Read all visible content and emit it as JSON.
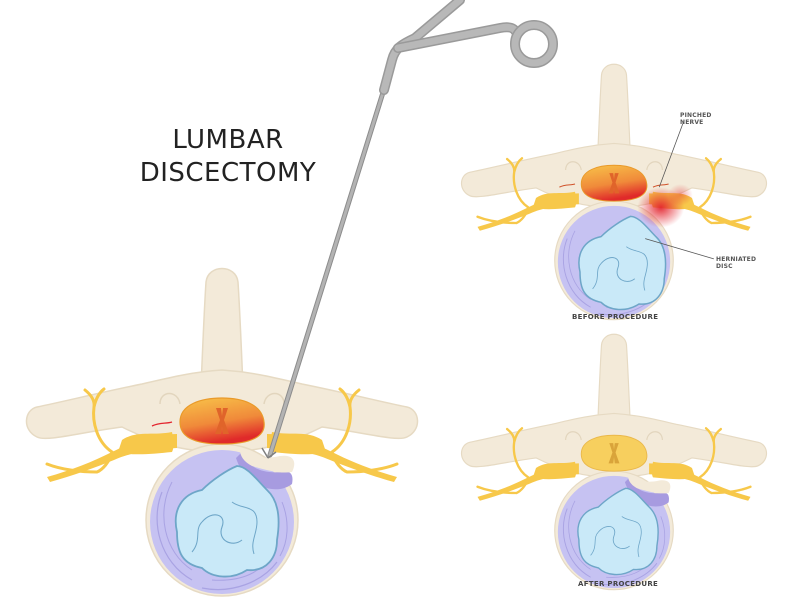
{
  "title": {
    "line1": "LUMBAR",
    "line2": "DISCECTOMY"
  },
  "labels": {
    "pinched_nerve_1": "PINCHED",
    "pinched_nerve_2": "NERVE",
    "herniated_disc_1": "HERNIATED",
    "herniated_disc_2": "DISC"
  },
  "captions": {
    "before": "BEFORE PROCEDURE",
    "after": "AFTER PROCEDURE"
  },
  "colors": {
    "bone": "#f3ead9",
    "bone_outline": "#e6dac3",
    "nerve": "#f7c84a",
    "disc_annulus": "#c6c2f2",
    "disc_nucleus": "#c9e9f8",
    "nucleus_outline": "#6ea6c8",
    "inflammation": "#e3262f",
    "instrument": "#a7a7a7"
  }
}
